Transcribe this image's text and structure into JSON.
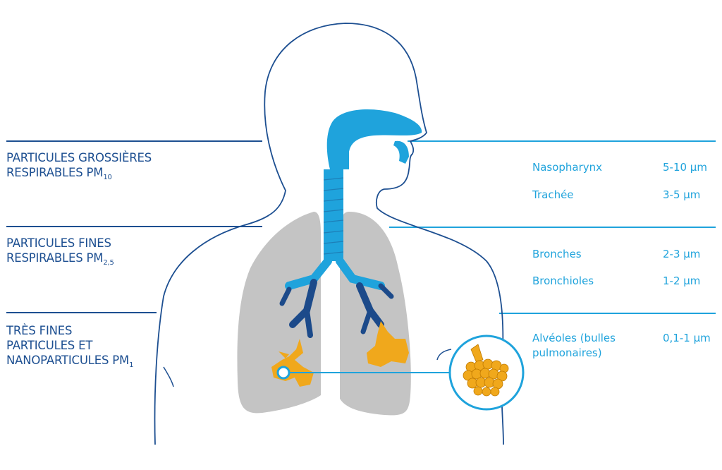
{
  "categories": [
    {
      "line1": "PARTICULES GROSSIÈRES",
      "line2": "RESPIRABLES PM",
      "sub": "10"
    },
    {
      "line1": "PARTICULES FINES",
      "line2": "RESPIRABLES PM",
      "sub": "2,5"
    },
    {
      "line1": "TRÈS FINES",
      "line2": "PARTICULES ET",
      "line3": "NANOPARTICULES PM",
      "sub": "1"
    }
  ],
  "regions": [
    {
      "name": "Nasopharynx",
      "size": "5-10 µm"
    },
    {
      "name": "Trachée",
      "size": "3-5 µm"
    },
    {
      "name": "Bronches",
      "size": "2-3 µm"
    },
    {
      "name": "Bronchioles",
      "size": "1-2 µm"
    },
    {
      "name": "Alvéoles (bulles",
      "name2": "pulmonaires)",
      "size": "0,1-1 µm"
    }
  ],
  "colors": {
    "dark_blue": "#1d4f91",
    "light_blue": "#1fa3dc",
    "lung_grey": "#c4c4c4",
    "alveoli_orange": "#f0a81c",
    "bronchi_navy": "#1c4a8a"
  }
}
